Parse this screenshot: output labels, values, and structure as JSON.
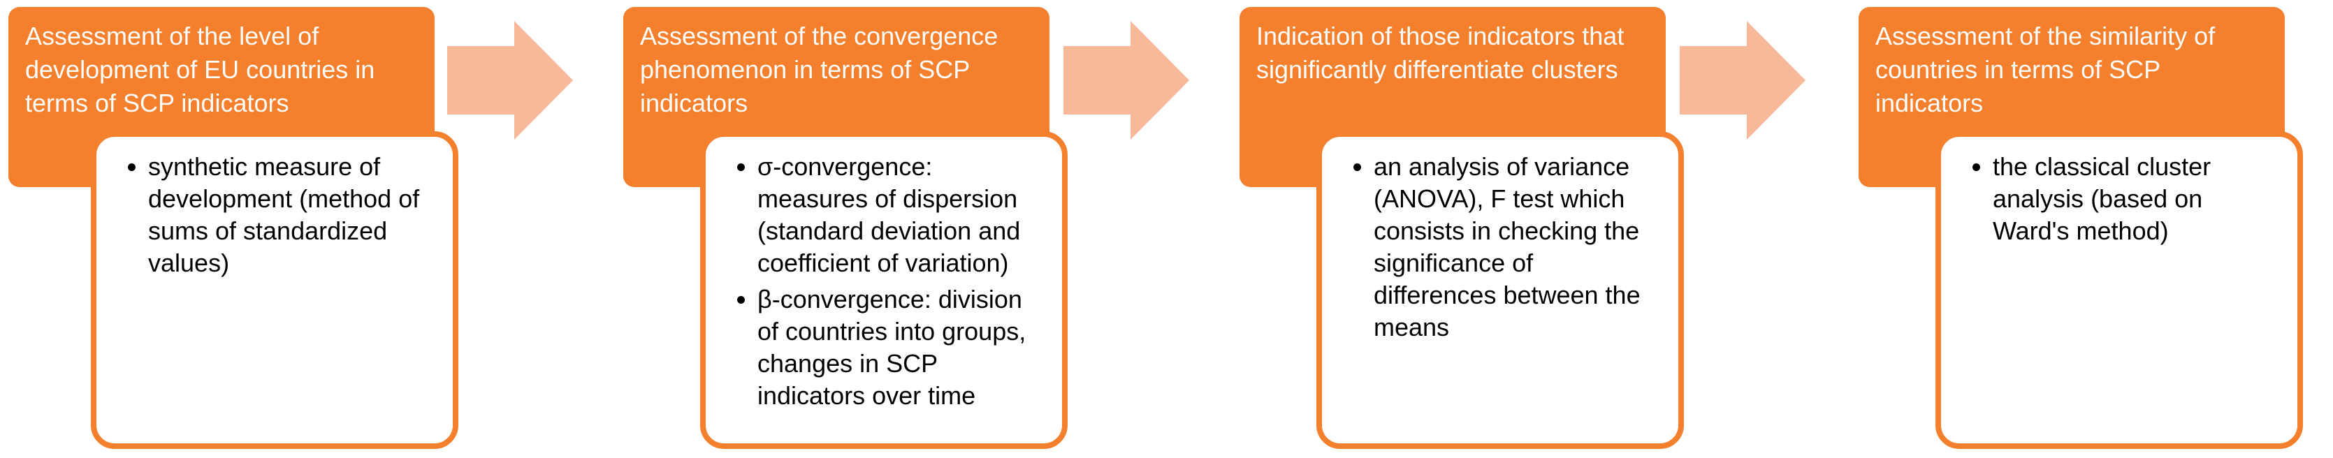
{
  "colors": {
    "header_fill": "#f47f2c",
    "header_text": "#ffffff",
    "detail_border": "#f47f2c",
    "arrow_fill": "#f8b89a"
  },
  "steps": [
    {
      "title": "Assessment of the level of development of EU countries in terms of SCP indicators",
      "details": [
        "synthetic measure of development (method of sums of standardized values)"
      ]
    },
    {
      "title": "Assessment of the convergence phenomenon in terms of SCP indicators",
      "details": [
        "σ-convergence: measures of dispersion (standard deviation and coefficient of variation)",
        "β-convergence: division of countries into groups, changes in SCP indicators over time"
      ]
    },
    {
      "title": "Indication of those indicators that significantly differentiate clusters",
      "details": [
        "an analysis of variance (ANOVA), F test which consists in checking the significance of differences between the means"
      ]
    },
    {
      "title": "Assessment of the similarity of countries in terms of  SCP indicators",
      "details": [
        "the classical cluster analysis (based on Ward's method)"
      ]
    }
  ]
}
